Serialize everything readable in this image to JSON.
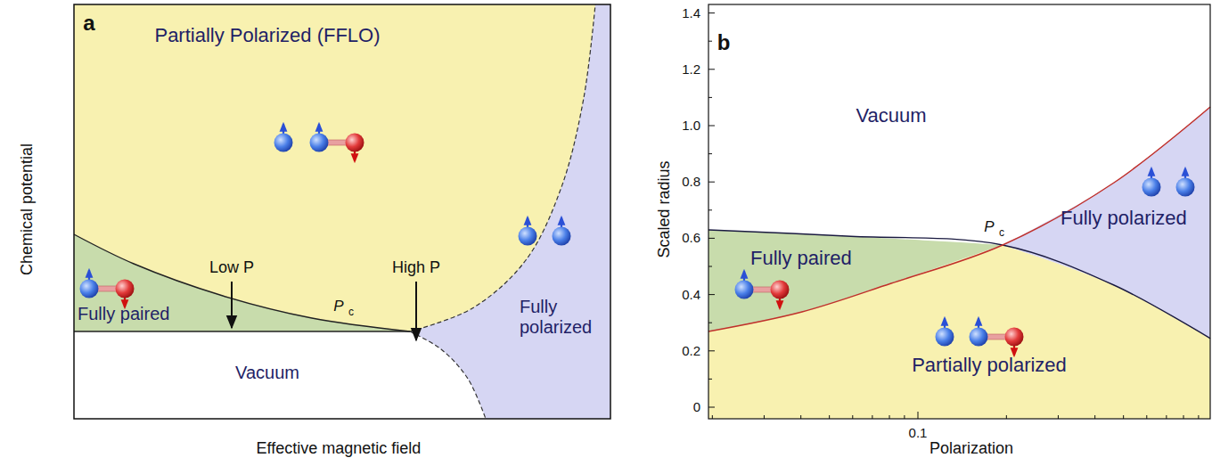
{
  "diagram": {
    "labels": [
      "a",
      "Partially Polarized (FFLO)",
      "Low P",
      "High P",
      "Fully paired",
      "P",
      "c",
      "Fully polarized",
      "Vacuum",
      "Chemical potential",
      "Effective magnetic field",
      "b",
      "1.4",
      "1.2",
      "1.0",
      "0.8",
      "0.6",
      "0.4",
      "0.2",
      "0",
      "Vacuum",
      "P",
      "c",
      "Fully paired",
      "Fully polarized",
      "Partially polarized",
      "Scaled radius",
      "Polarization",
      "0.1"
    ]
  }
}
